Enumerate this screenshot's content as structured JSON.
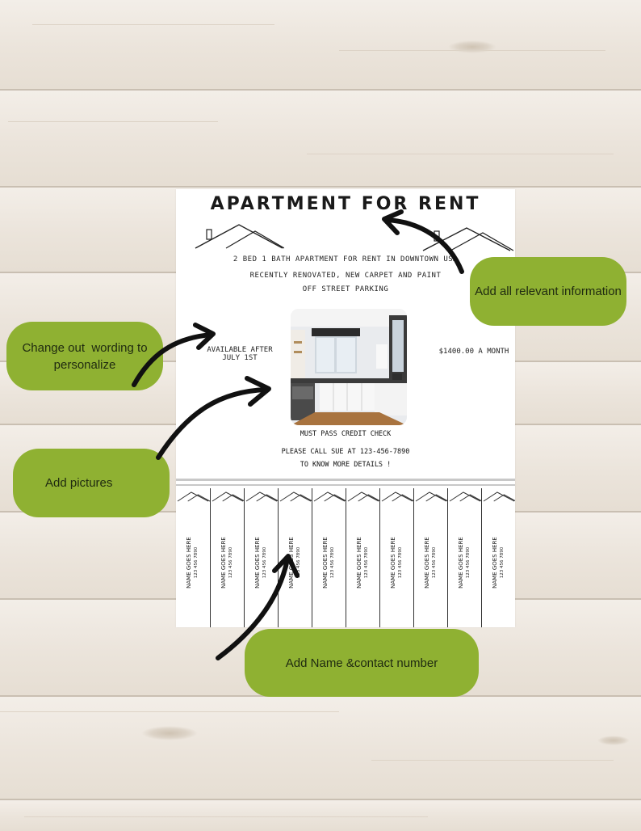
{
  "flyer": {
    "title": "APARTMENT FOR RENT",
    "line1": "2 BED 1 BATH APARTMENT FOR RENT IN DOWNTOWN USA",
    "line2": "RECENTLY RENOVATED, NEW CARPET AND PAINT",
    "line3": "OFF STREET PARKING",
    "available_line1": "AVAILABLE AFTER",
    "available_line2": "JULY 1ST",
    "price": "$1400.00 A MONTH",
    "credit": "MUST PASS CREDIT CHECK",
    "call": "PLEASE CALL SUE AT 123-456-7890",
    "details": "TO KNOW MORE DETAILS !",
    "tab_name": "NAME GOES HERE",
    "tab_phone": "123 456 7890",
    "tab_count": 10,
    "photo_icon": "kitchen-photo"
  },
  "callouts": {
    "info": "Add all relevant information",
    "wording_line1": "Change out  wording to",
    "wording_line2": "personalize",
    "pictures": "Add pictures",
    "contact": "Add Name &contact number"
  },
  "colors": {
    "bubble": "#8fb132",
    "wood": "#ece5dc",
    "arrow": "#111111"
  }
}
